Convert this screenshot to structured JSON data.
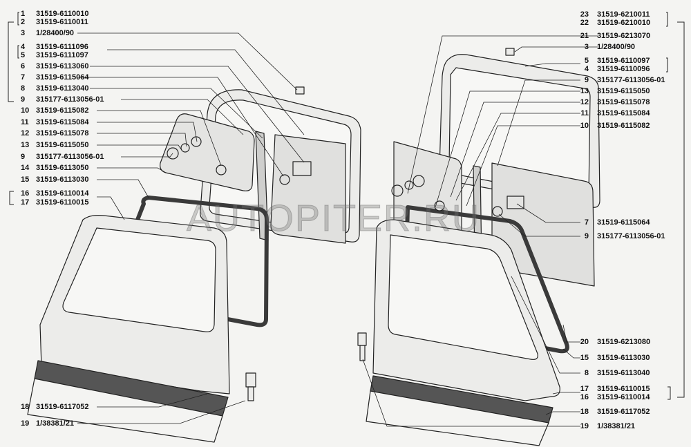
{
  "watermark": "AUTOPITER.RU",
  "left_labels": [
    {
      "num": "1",
      "code": "31519-6110010"
    },
    {
      "num": "2",
      "code": "31519-6110011"
    },
    {
      "num": "3",
      "code": "1/28400/90"
    },
    {
      "num": "4",
      "code": "31519-6111096"
    },
    {
      "num": "5",
      "code": "31519-6111097"
    },
    {
      "num": "6",
      "code": "31519-6113060"
    },
    {
      "num": "7",
      "code": "31519-6115064"
    },
    {
      "num": "8",
      "code": "31519-6113040"
    },
    {
      "num": "9",
      "code": "315177-6113056-01"
    },
    {
      "num": "10",
      "code": "31519-6115082"
    },
    {
      "num": "11",
      "code": "31519-6115084"
    },
    {
      "num": "12",
      "code": "31519-6115078"
    },
    {
      "num": "13",
      "code": "31519-6115050"
    },
    {
      "num": "9",
      "code": "315177-6113056-01"
    },
    {
      "num": "14",
      "code": "31519-6113050"
    },
    {
      "num": "15",
      "code": "31519-6113030"
    },
    {
      "num": "16",
      "code": "31519-6110014"
    },
    {
      "num": "17",
      "code": "31519-6110015"
    },
    {
      "num": "18",
      "code": "31519-6117052"
    },
    {
      "num": "19",
      "code": "1/38381/21"
    }
  ],
  "right_labels": [
    {
      "num": "23",
      "code": "31519-6210011"
    },
    {
      "num": "22",
      "code": "31519-6210010"
    },
    {
      "num": "21",
      "code": "31519-6213070"
    },
    {
      "num": "3",
      "code": "1/28400/90"
    },
    {
      "num": "5",
      "code": "31519-6110097"
    },
    {
      "num": "4",
      "code": "31519-6110096"
    },
    {
      "num": "9",
      "code": "315177-6113056-01"
    },
    {
      "num": "13",
      "code": "31519-6115050"
    },
    {
      "num": "12",
      "code": "31519-6115078"
    },
    {
      "num": "11",
      "code": "31519-6115084"
    },
    {
      "num": "10",
      "code": "31519-6115082"
    },
    {
      "num": "7",
      "code": "31519-6115064"
    },
    {
      "num": "9",
      "code": "315177-6113056-01"
    },
    {
      "num": "20",
      "code": "31519-6213080"
    },
    {
      "num": "15",
      "code": "31519-6113030"
    },
    {
      "num": "8",
      "code": "31519-6113040"
    },
    {
      "num": "17",
      "code": "31519-6110015"
    },
    {
      "num": "16",
      "code": "31519-6110014"
    },
    {
      "num": "18",
      "code": "31519-6117052"
    },
    {
      "num": "19",
      "code": "1/38381/21"
    }
  ],
  "colors": {
    "line": "#222222",
    "part_fill": "#ececea",
    "glass_fill": "#e0e0de",
    "seal_fill": "#3a3a3a",
    "panel_dark": "#555555"
  }
}
